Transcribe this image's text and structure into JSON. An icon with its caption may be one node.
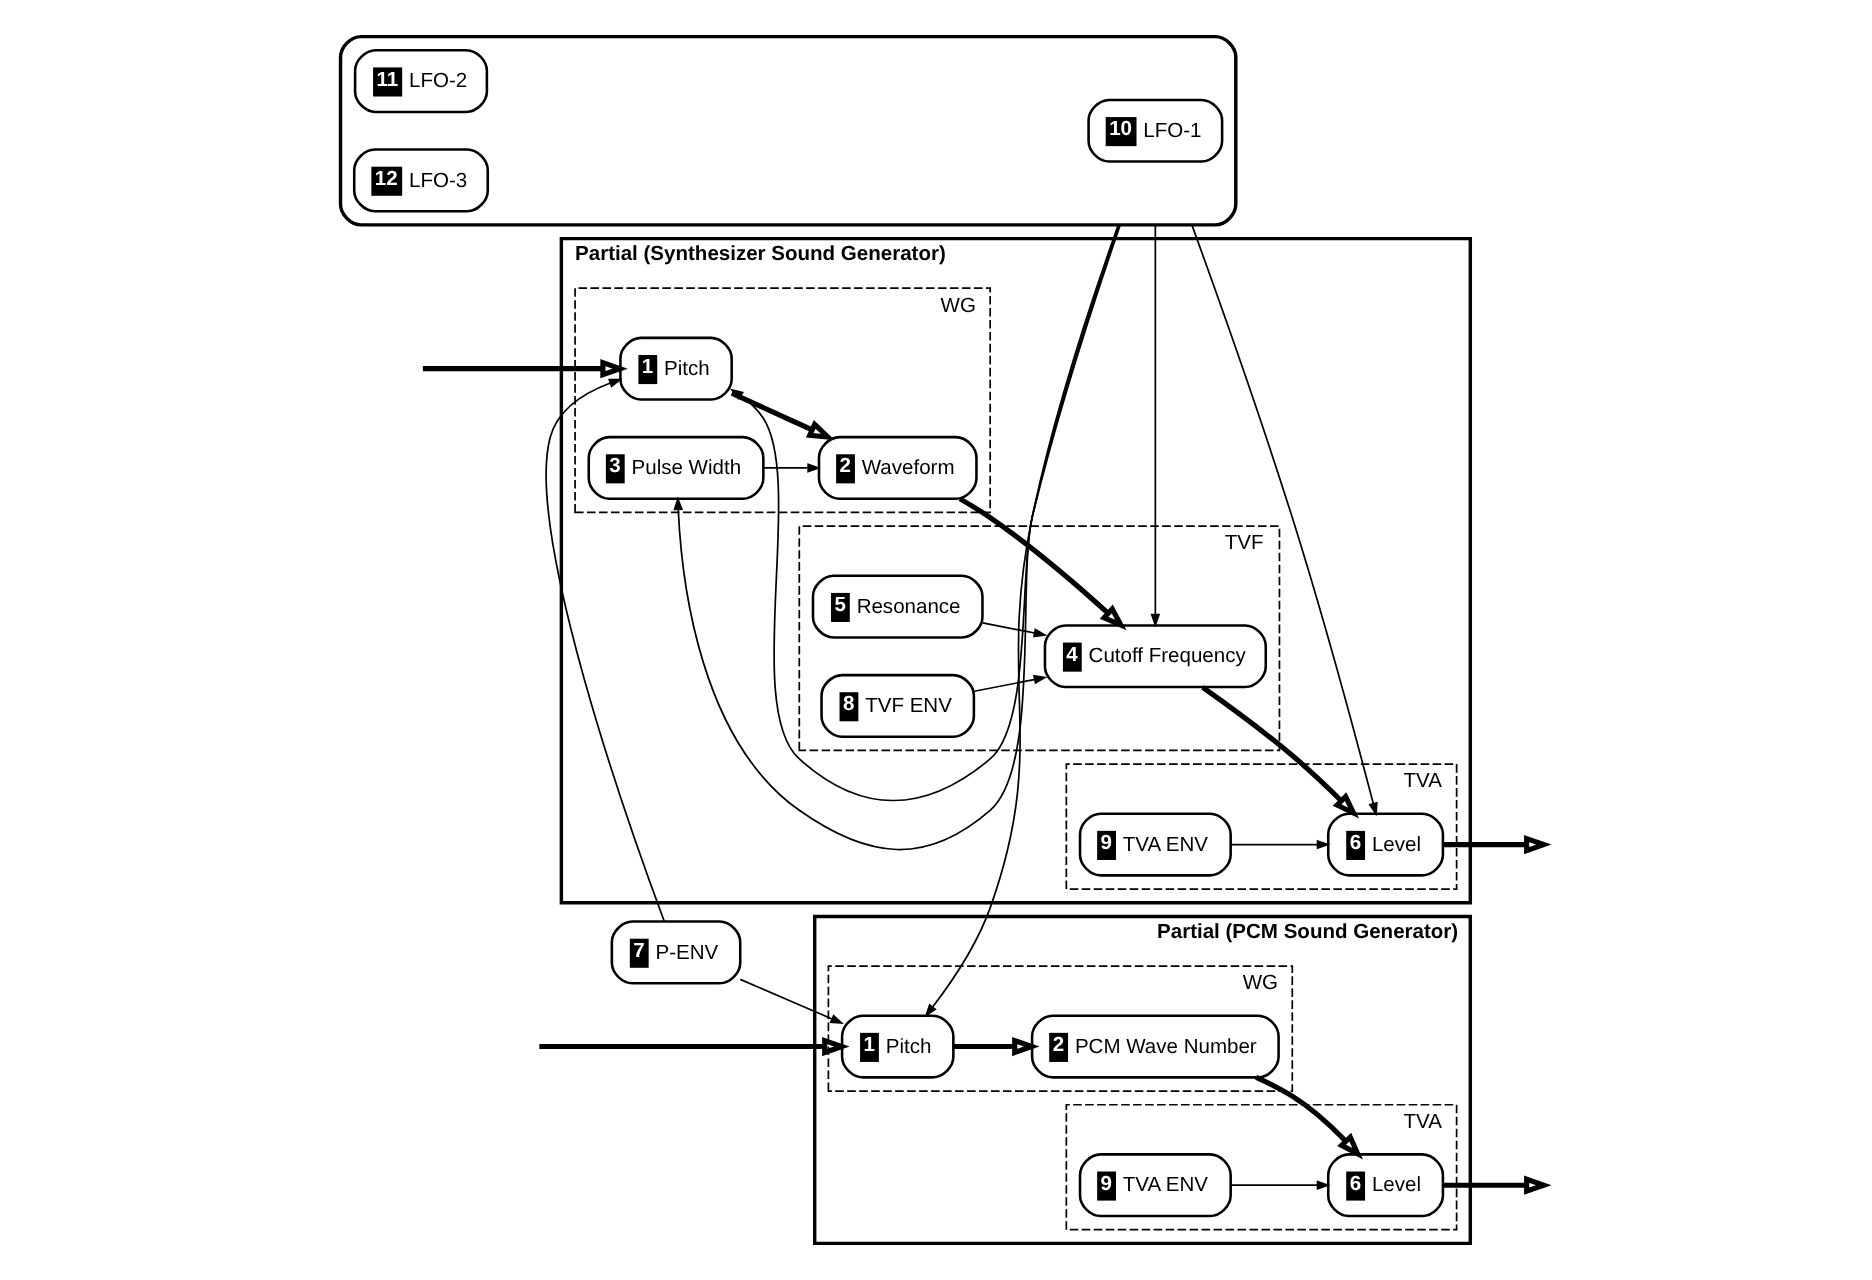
{
  "diagram": {
    "nodes": [
      {
        "text": [
          "Partial (Synthesizer Sound Generator)"
        ]
      },
      {
        "text": [
          "WG"
        ],
        "in": 0
      },
      {
        "text": [
          "1",
          "Pitch"
        ],
        "in": 1
      },
      {
        "text": [
          "2",
          "Waveform"
        ],
        "in": 1
      },
      {
        "text": [
          "3",
          "Pulse Width"
        ],
        "in": 1
      },
      {
        "text": [
          "TVF"
        ],
        "in": 0
      },
      {
        "text": [
          "4",
          "Cutoff Frequency"
        ],
        "in": 5
      },
      {
        "text": [
          "5",
          "Resonance"
        ],
        "in": 5
      },
      {
        "text": [
          "8",
          "TVF ENV"
        ],
        "in": 5
      },
      {
        "text": [
          "TVA"
        ],
        "in": 0
      },
      {
        "text": [
          "6",
          "Level"
        ],
        "in": 9
      },
      {
        "text": [
          "9",
          "TVA ENV"
        ],
        "in": 9
      },
      {
        "text": [
          "7",
          "P-ENV"
        ]
      },
      {
        "text": [],
        "shape": "box"
      },
      {
        "text": [
          "10",
          "LFO-1"
        ],
        "in": 13
      },
      {
        "text": [
          "11",
          "LFO-2"
        ],
        "in": 13
      },
      {
        "text": [
          "12",
          "LFO-3"
        ],
        "in": 13
      },
      {
        "text": [
          "Partial (PCM Sound Generator)"
        ]
      },
      {
        "text": [
          "WG"
        ],
        "in": 17
      },
      {
        "text": [
          "1",
          "Pitch"
        ],
        "in": 18
      },
      {
        "text": [
          "2",
          "PCM Wave Number"
        ],
        "in": 18
      },
      {
        "text": [
          "TVA"
        ],
        "in": 17
      },
      {
        "text": [
          "6",
          "Level"
        ],
        "in": 21
      },
      {
        "text": [
          "9",
          "TVA ENV"
        ],
        "in": 21
      }
    ],
    "edges": [
      {
        "from": null,
        "to": 2,
        "arrow": "to",
        "style": "thick"
      },
      {
        "from": 2,
        "to": 3,
        "arrow": "to",
        "style": "thick"
      },
      {
        "from": 3,
        "to": 6,
        "arrow": "to",
        "style": "thick"
      },
      {
        "from": 6,
        "to": 10,
        "arrow": "to",
        "style": "thick"
      },
      {
        "from": 10,
        "to": null,
        "arrow": "to",
        "style": "thick"
      },
      {
        "from": 4,
        "to": 3,
        "arrow": "to"
      },
      {
        "from": 7,
        "to": 6,
        "arrow": "to"
      },
      {
        "from": 8,
        "to": 6,
        "arrow": "to"
      },
      {
        "from": 11,
        "to": 10,
        "arrow": "to"
      },
      {
        "from": 12,
        "to": 2,
        "arrow": "to"
      },
      {
        "from": 12,
        "to": 19,
        "arrow": "to"
      },
      {
        "from": 13,
        "to": 4,
        "arrow": "to"
      },
      {
        "from": 13,
        "to": 2,
        "arrow": "to"
      },
      {
        "from": 13,
        "to": 19,
        "arrow": "to"
      },
      {
        "from": 13,
        "to": 6,
        "arrow": "to"
      },
      {
        "from": 13,
        "to": 10,
        "arrow": "to"
      },
      {
        "from": null,
        "to": 19,
        "arrow": "to",
        "style": "thick"
      },
      {
        "from": 19,
        "to": 20,
        "arrow": "to",
        "style": "thick"
      },
      {
        "from": 20,
        "to": 22,
        "arrow": "to",
        "style": "thick"
      },
      {
        "from": 22,
        "to": null,
        "arrow": "to",
        "style": "thick"
      },
      {
        "from": 23,
        "to": 22,
        "arrow": "to"
      }
    ]
  }
}
